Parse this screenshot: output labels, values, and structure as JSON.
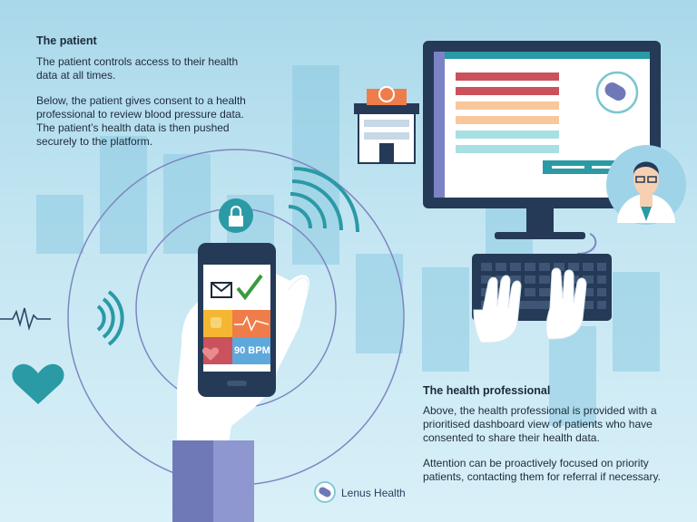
{
  "patient": {
    "heading": "The patient",
    "para1_line1": "The patient controls access to their health",
    "para1_line2": "data at all times.",
    "para2_line1": "Below, the patient gives consent to a health",
    "para2_line2": "professional to review blood pressure data.",
    "para2_line3": "The patient’s health data is then pushed",
    "para2_line4": "securely to the platform."
  },
  "professional": {
    "heading": "The health professional",
    "para1_line1": "Above, the health professional is provided with a",
    "para1_line2": "prioritised dashboard view of patients who have",
    "para1_line3": "consented to share their health data.",
    "para2_line1": "Attention can be proactively focused on priority",
    "para2_line2": "patients, contacting them for referral if necessary."
  },
  "phone": {
    "bpm": "90 BPM"
  },
  "brand": {
    "name": "Lenus Health"
  },
  "colors": {
    "teal": "#2a9aa5",
    "navy": "#2a3f5f",
    "orange": "#ef7d4a",
    "rose": "#c9525c",
    "purple": "#7b83c4"
  },
  "icons": [
    "heart-icon",
    "lock-icon",
    "mail-icon",
    "check-icon",
    "hospital-icon",
    "doctor-avatar",
    "lenus-logo-icon",
    "heartbeat-line-icon"
  ]
}
